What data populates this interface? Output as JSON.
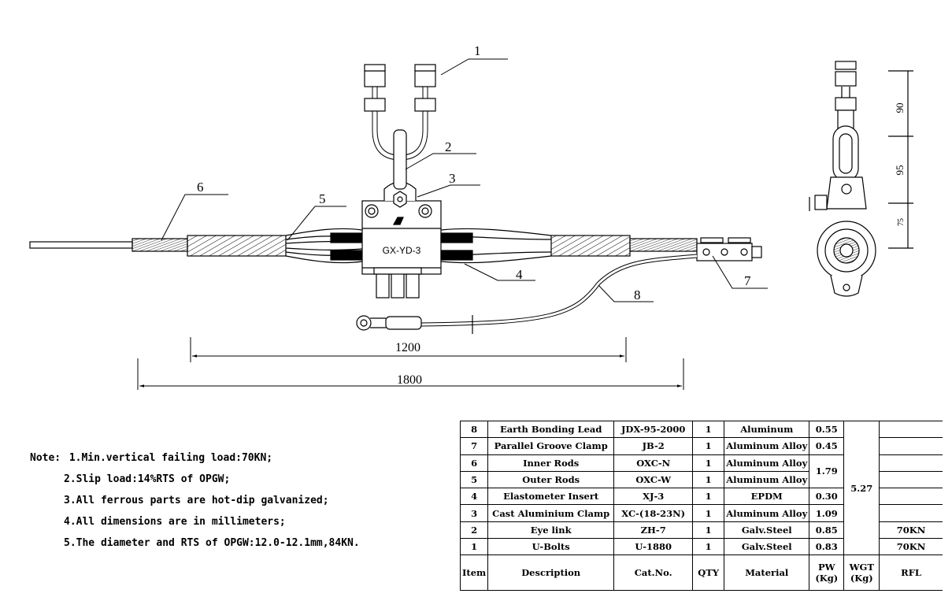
{
  "callouts": [
    "1",
    "2",
    "3",
    "4",
    "5",
    "6",
    "7",
    "8"
  ],
  "model_label": "GX-YD-3",
  "dimensions": {
    "inner_length": "1200",
    "overall_length": "1800",
    "side_90": "90",
    "side_95": "95",
    "side_75": "75"
  },
  "notes": {
    "prefix": "Note:",
    "items": [
      "1.Min.vertical failing load:70KN;",
      "2.Slip load:14%RTS of OPGW;",
      "3.All ferrous parts are hot-dip galvanized;",
      "4.All dimensions are in millimeters;",
      "5.The diameter and RTS of OPGW:12.0-12.1mm,84KN."
    ]
  },
  "bom": {
    "headers": {
      "item": "Item",
      "description": "Description",
      "cat_no": "Cat.No.",
      "qty": "QTY",
      "material": "Material",
      "pw": "PW\n(Kg)",
      "wgt": "WGT\n(Kg)",
      "rfl": "RFL"
    },
    "total_weight": "5.27",
    "rods_weight": "1.79",
    "rows": [
      {
        "item": "8",
        "description": "Earth Bonding Lead",
        "cat_no": "JDX-95-2000",
        "qty": "1",
        "material": "Aluminum",
        "pw": "0.55",
        "rfl": ""
      },
      {
        "item": "7",
        "description": "Parallel Groove Clamp",
        "cat_no": "JB-2",
        "qty": "1",
        "material": "Aluminum Alloy",
        "pw": "0.45",
        "rfl": ""
      },
      {
        "item": "6",
        "description": "Inner Rods",
        "cat_no": "OXC-N",
        "qty": "1",
        "material": "Aluminum Alloy",
        "pw": "",
        "rfl": ""
      },
      {
        "item": "5",
        "description": "Outer Rods",
        "cat_no": "OXC-W",
        "qty": "1",
        "material": "Aluminum Alloy",
        "pw": "",
        "rfl": ""
      },
      {
        "item": "4",
        "description": "Elastometer Insert",
        "cat_no": "XJ-3",
        "qty": "1",
        "material": "EPDM",
        "pw": "0.30",
        "rfl": ""
      },
      {
        "item": "3",
        "description": "Cast Aluminium Clamp",
        "cat_no": "XC-(18-23N)",
        "qty": "1",
        "material": "Aluminum Alloy",
        "pw": "1.09",
        "rfl": ""
      },
      {
        "item": "2",
        "description": "Eye link",
        "cat_no": "ZH-7",
        "qty": "1",
        "material": "Galv.Steel",
        "pw": "0.85",
        "rfl": "70KN"
      },
      {
        "item": "1",
        "description": "U-Bolts",
        "cat_no": "U-1880",
        "qty": "1",
        "material": "Galv.Steel",
        "pw": "0.83",
        "rfl": "70KN"
      }
    ]
  }
}
